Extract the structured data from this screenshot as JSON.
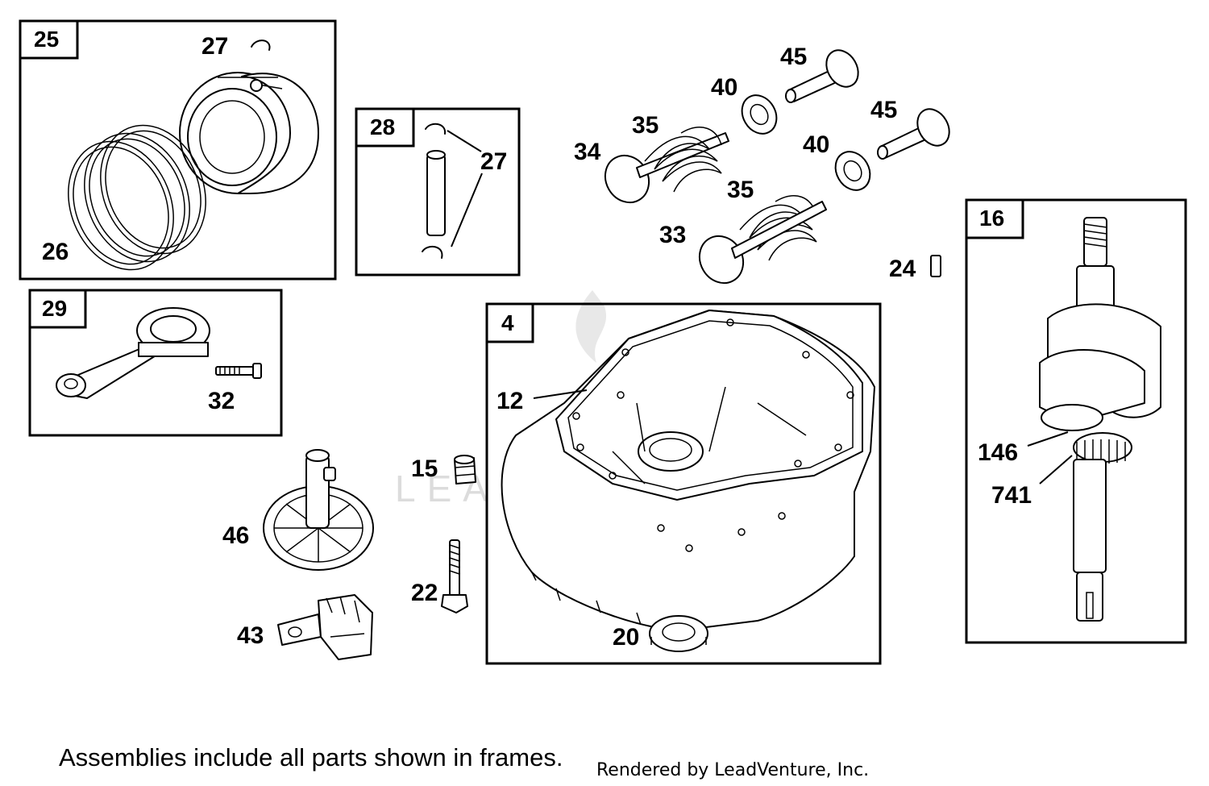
{
  "frames": {
    "piston": "25",
    "pin": "28",
    "rod": "29",
    "crankcase": "4",
    "crankshaft": "16"
  },
  "callouts": {
    "ring_clip_top": "27",
    "rings": "26",
    "pin_clips": "27",
    "rod_screw": "32",
    "cam_gear": "46",
    "governor": "43",
    "plug": "15",
    "bolt": "22",
    "gasket": "12",
    "seal": "20",
    "key": "24",
    "valve_exhaust": "34",
    "spring_1": "35",
    "retainer_1": "40",
    "tappet_1": "45",
    "retainer_2": "40",
    "tappet_2": "45",
    "spring_2": "35",
    "valve_intake": "33",
    "crank_146": "146",
    "crank_741": "741"
  },
  "footnote": "Assemblies include all parts shown in frames.",
  "credit": "Rendered by LeadVenture, Inc.",
  "watermark": "LEADVENTURE"
}
